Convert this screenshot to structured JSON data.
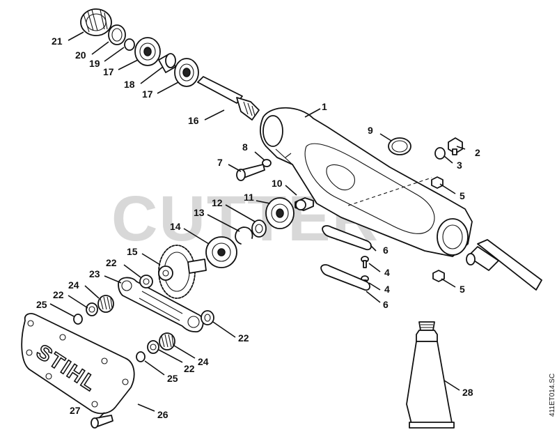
{
  "watermark": "CUTTER",
  "document_id": "411ET014.SC",
  "brand_text": "STIHL",
  "callouts": {
    "c1": "1",
    "c2": "2",
    "c3": "3",
    "c4a": "4",
    "c4b": "4",
    "c5a": "5",
    "c5b": "5",
    "c6a": "6",
    "c6b": "6",
    "c7": "7",
    "c8": "8",
    "c9": "9",
    "c10": "10",
    "c11": "11",
    "c12": "12",
    "c13": "13",
    "c14": "14",
    "c15": "15",
    "c16": "16",
    "c17a": "17",
    "c17b": "17",
    "c18": "18",
    "c19": "19",
    "c20": "20",
    "c21": "21",
    "c22a": "22",
    "c22b": "22",
    "c22c": "22",
    "c22d": "22",
    "c23": "23",
    "c24a": "24",
    "c24b": "24",
    "c25a": "25",
    "c25b": "25",
    "c26": "26",
    "c27": "27",
    "c28": "28"
  }
}
